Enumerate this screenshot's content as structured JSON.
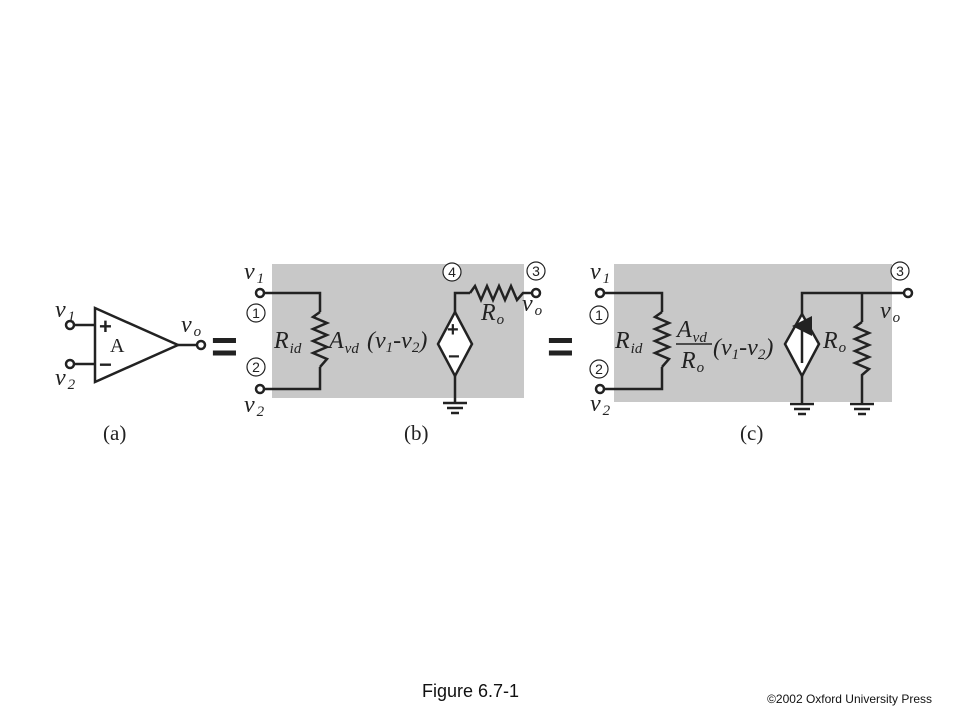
{
  "figure": {
    "caption": "Figure 6.7-1",
    "credit": "©2002 Oxford University Press"
  },
  "diagram_a": {
    "panel_label": "(a)",
    "in1": "v",
    "in1_sub": "1",
    "in2": "v",
    "in2_sub": "2",
    "out": "v",
    "out_sub": "o",
    "gain": "A",
    "plus": "+",
    "minus": "−"
  },
  "equals_sign": "=",
  "diagram_b": {
    "panel_label": "(b)",
    "in1": "v",
    "in1_sub": "1",
    "in2": "v",
    "in2_sub": "2",
    "node1": "1",
    "node2": "2",
    "node3": "3",
    "node4": "4",
    "rid": "R",
    "rid_sub": "id",
    "avd": "A",
    "avd_sub": "vd",
    "expr_open": "(v",
    "expr_sub1": "1",
    "expr_mid": "-v",
    "expr_sub2": "2",
    "expr_close": ")",
    "ro": "R",
    "ro_sub": "o",
    "out": "v",
    "out_sub": "o",
    "plus": "+",
    "minus": "−"
  },
  "diagram_c": {
    "panel_label": "(c)",
    "in1": "v",
    "in1_sub": "1",
    "in2": "v",
    "in2_sub": "2",
    "node1": "1",
    "node2": "2",
    "node3": "3",
    "rid": "R",
    "rid_sub": "id",
    "avd": "A",
    "avd_sub": "vd",
    "ro_den": "R",
    "ro_den_sub": "o",
    "expr_open": "(v",
    "expr_sub1": "1",
    "expr_mid": "-v",
    "expr_sub2": "2",
    "expr_close": ")",
    "ro": "R",
    "ro_sub": "o",
    "out": "v",
    "out_sub": "o"
  }
}
